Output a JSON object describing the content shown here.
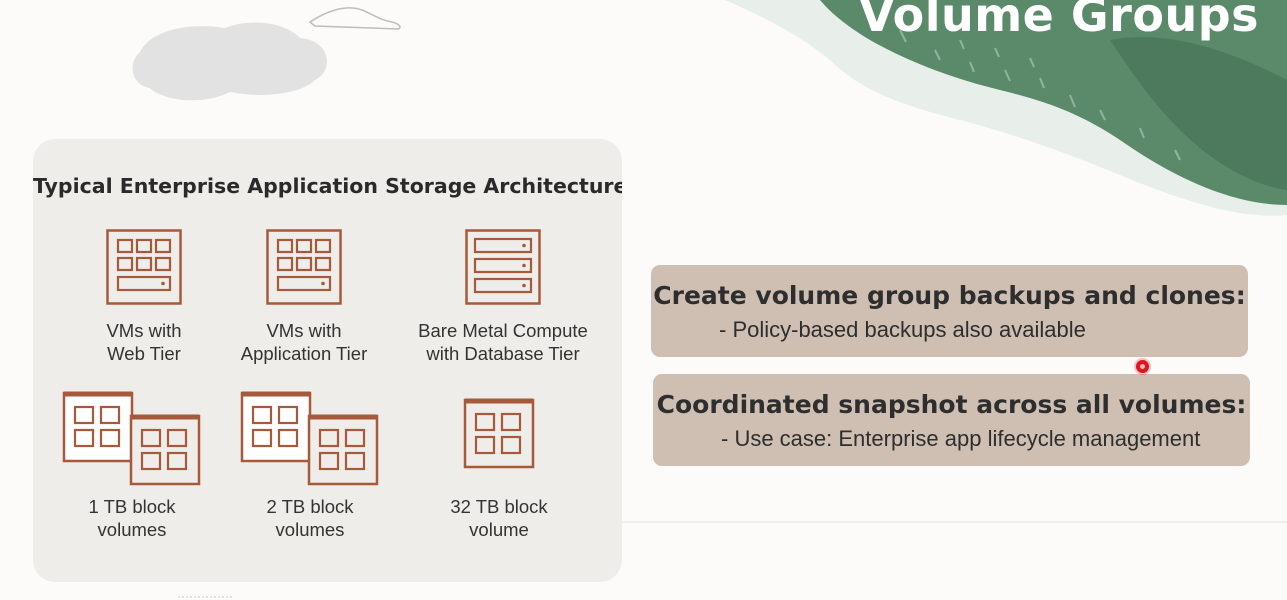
{
  "slide": {
    "title": "Volume Groups"
  },
  "architecture": {
    "heading": "Typical Enterprise Application Storage Architecture",
    "compute": [
      {
        "line1": "VMs with",
        "line2": "Web Tier",
        "icon": "vm-server-icon"
      },
      {
        "line1": "VMs with",
        "line2": "Application Tier",
        "icon": "vm-server-icon"
      },
      {
        "line1": "Bare Metal Compute",
        "line2": "with Database Tier",
        "icon": "bare-metal-server-icon"
      }
    ],
    "storage": [
      {
        "line1": "1 TB block",
        "line2": "volumes",
        "icon": "block-volumes-icon"
      },
      {
        "line1": "2 TB block",
        "line2": "volumes",
        "icon": "block-volumes-icon"
      },
      {
        "line1": "32 TB block",
        "line2": "volume",
        "icon": "block-volume-icon"
      }
    ]
  },
  "callouts": [
    {
      "heading": "Create volume group backups and clones:",
      "detail": "- Policy-based backups also available"
    },
    {
      "heading": "Coordinated snapshot across all volumes:",
      "detail": "- Use case: Enterprise app lifecycle management"
    }
  ],
  "colors": {
    "icon_stroke": "#a75a3b",
    "callout_bg": "#cfbfb3",
    "leaf_green": "#5b8a6b",
    "pointer": "#e0141e"
  }
}
